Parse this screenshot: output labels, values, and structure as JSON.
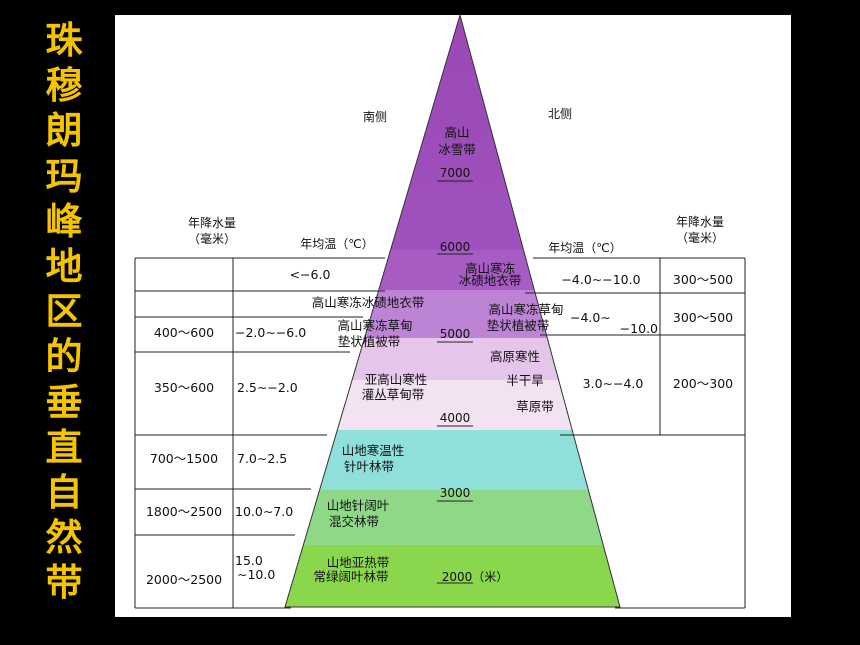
{
  "title_chars": [
    "珠",
    "穆",
    "朗",
    "玛",
    "峰",
    "地",
    "区",
    "的",
    "垂",
    "直",
    "自",
    "然",
    "带"
  ],
  "headers": {
    "south": "南侧",
    "north": "北侧",
    "precip_left_1": "年降水量",
    "precip_left_2": "（毫米）",
    "temp_left": "年均温（℃）",
    "temp_right": "年均温（℃）",
    "precip_right_1": "年降水量",
    "precip_right_2": "（毫米）"
  },
  "altitudes": {
    "a7000": "7000",
    "a6000": "6000",
    "a5000": "5000",
    "a4000": "4000",
    "a3000": "3000",
    "a2000": "2000（米）"
  },
  "zones": {
    "snow_1": "高山",
    "snow_2": "冰雪带",
    "north_tundra_1": "高山寒冻",
    "north_tundra_2": "冰碛地衣带",
    "south_tundra": "高山寒冻冰碛地衣带",
    "north_meadow_1": "高山寒冻草甸",
    "north_meadow_2": "垫状植被带",
    "south_meadow_1": "高山寒冻草甸",
    "south_meadow_2": "垫状植被带",
    "north_steppe_1": "高原寒性",
    "north_steppe_2": "半干旱",
    "north_steppe_3": "草原带",
    "subalpine_1": "亚高山寒性",
    "subalpine_2": "灌丛草甸带",
    "conifer_1": "山地寒温性",
    "conifer_2": "针叶林带",
    "mixed_1": "山地针阔叶",
    "mixed_2": "混交林带",
    "evergreen_1": "山地亚热带",
    "evergreen_2": "常绿阔叶林带"
  },
  "south_rows": [
    {
      "precip": "",
      "temp": "<−6.0"
    },
    {
      "precip": "400～600",
      "temp": "−2.0∼−6.0"
    },
    {
      "precip": "350～600",
      "temp": "2.5∼−2.0"
    },
    {
      "precip": "700～1500",
      "temp": "7.0∼2.5"
    },
    {
      "precip": "1800～2500",
      "temp": "10.0∼7.0"
    },
    {
      "precip": "2000～2500",
      "temp_1": "15.0",
      "temp_2": "∼10.0"
    }
  ],
  "north_rows": [
    {
      "temp": "−4.0∼−10.0",
      "precip": "300～500"
    },
    {
      "temp_1": "−4.0∼",
      "temp_2": "−10.0",
      "precip": "300～500"
    },
    {
      "temp": "3.0∼−4.0",
      "precip": "200～300"
    }
  ],
  "colors": {
    "snow": "#9a48b6",
    "tundra": "#a75cc4",
    "meadow": "#bd84d6",
    "subalpine": "#efd8f0",
    "conifer": "#8fe0da",
    "mixed": "#8ed887",
    "evergreen": "#8ad64c",
    "title": "#f5c400"
  }
}
